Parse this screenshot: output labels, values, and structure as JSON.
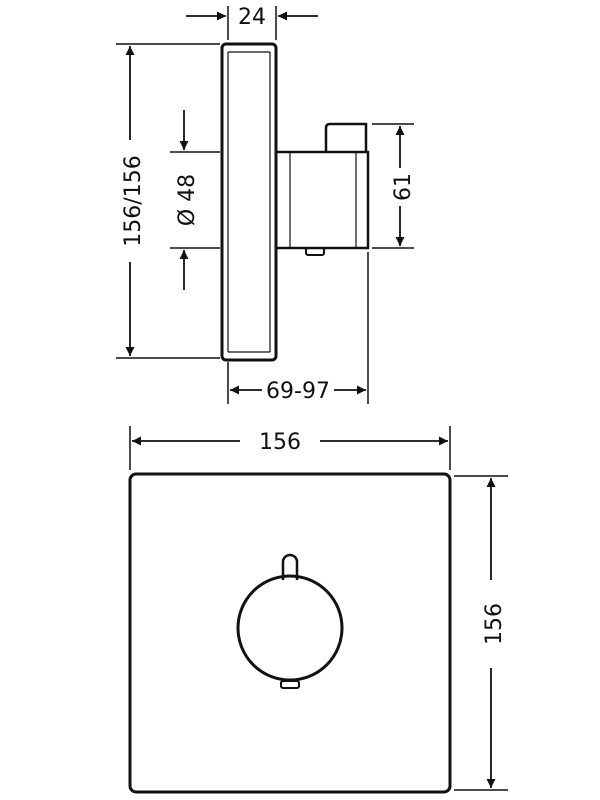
{
  "side_view": {
    "dim_depth": "24",
    "dim_height": "156/156",
    "dim_diameter": "Ø 48",
    "dim_handle_height": "61",
    "dim_projection": "69-97"
  },
  "front_view": {
    "dim_width": "156",
    "dim_height": "156"
  }
}
